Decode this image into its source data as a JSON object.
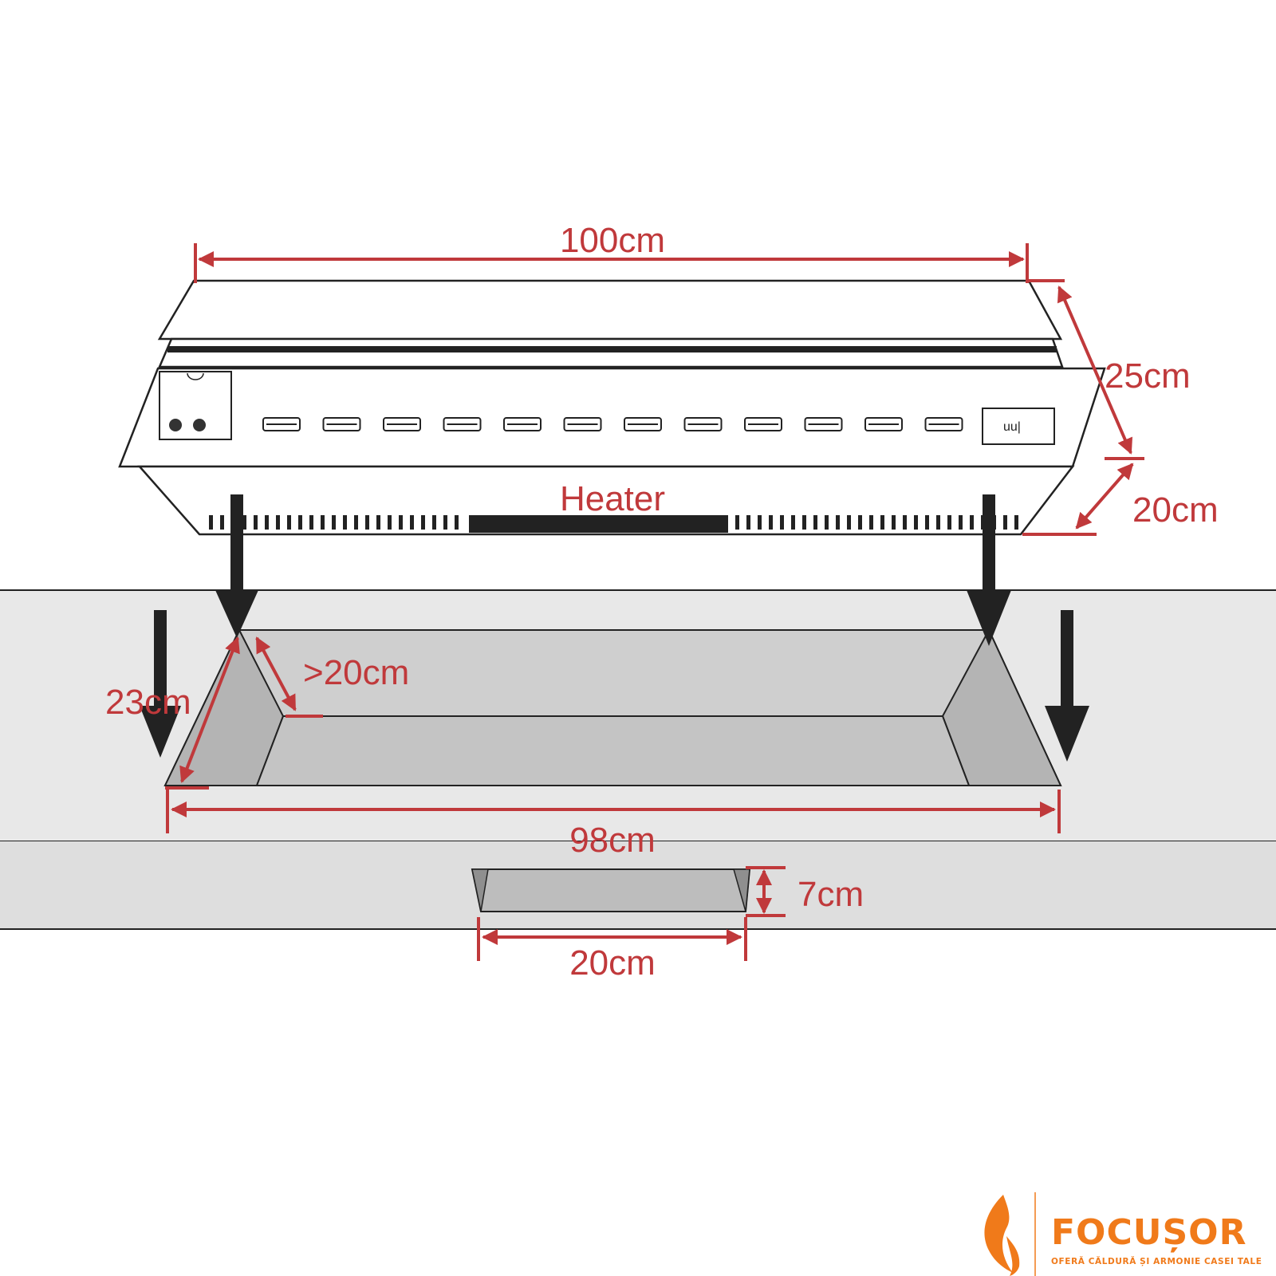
{
  "colors": {
    "dimension": "#c0393b",
    "outline": "#222222",
    "recess_fill": "#c9c9c9",
    "counter_fill": "#e6e6e6",
    "brand": "#f07a1a"
  },
  "heater": {
    "label": "Heater",
    "width_label": "100cm",
    "height_label": "25cm",
    "depth_label": "20cm"
  },
  "cutout": {
    "depth_label": "23cm",
    "side_label": ">20cm",
    "length_label": "98cm"
  },
  "vent": {
    "height_label": "7cm",
    "width_label": "20cm"
  },
  "brand": {
    "name": "FOCUȘOR",
    "tagline": "OFERĂ CĂLDURĂ ȘI ARMONIE CASEI TALE",
    "logo_icon": "flame-icon"
  }
}
